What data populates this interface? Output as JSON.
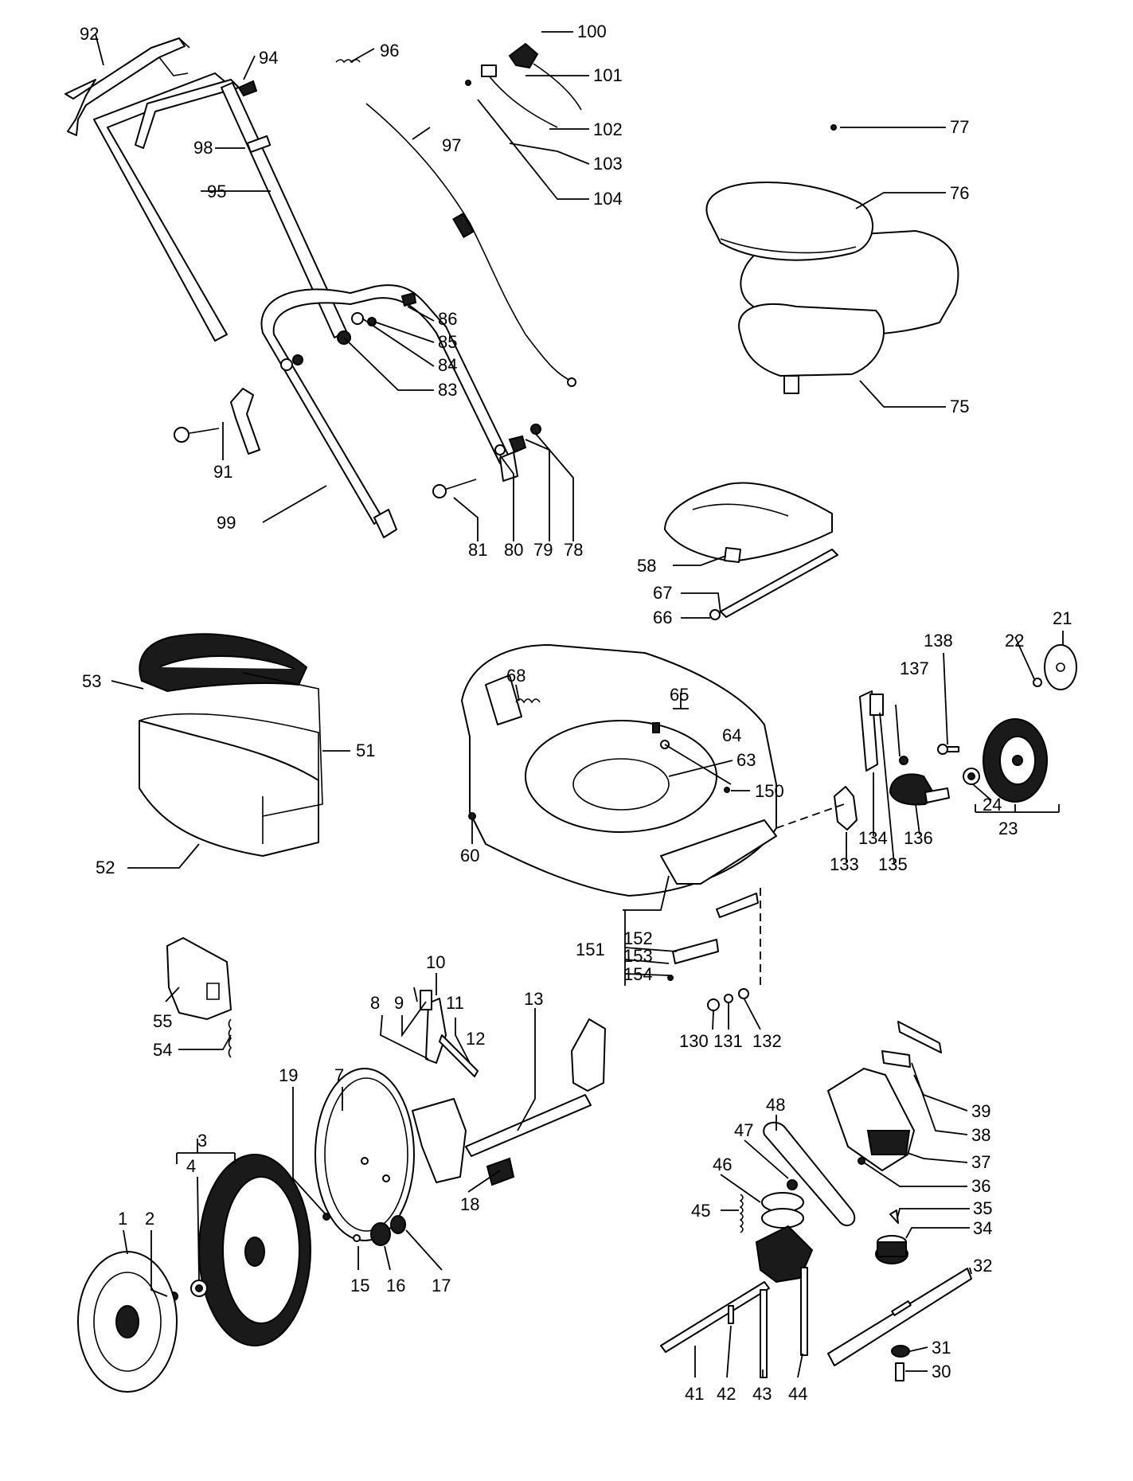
{
  "callouts": {
    "n1": "1",
    "n2": "2",
    "n3": "3",
    "n4": "4",
    "n7": "7",
    "n8": "8",
    "n9": "9",
    "n10": "10",
    "n11": "11",
    "n12": "12",
    "n13": "13",
    "n15": "15",
    "n16": "16",
    "n17": "17",
    "n18": "18",
    "n19": "19",
    "n21": "21",
    "n22": "22",
    "n23": "23",
    "n24": "24",
    "n30": "30",
    "n31": "31",
    "n32": "32",
    "n34": "34",
    "n35": "35",
    "n36": "36",
    "n37": "37",
    "n38": "38",
    "n39": "39",
    "n41": "41",
    "n42": "42",
    "n43": "43",
    "n44": "44",
    "n45": "45",
    "n46": "46",
    "n47": "47",
    "n48": "48",
    "n51": "51",
    "n52": "52",
    "n53": "53",
    "n54": "54",
    "n55": "55",
    "n58": "58",
    "n60": "60",
    "n63": "63",
    "n64": "64",
    "n65": "65",
    "n66": "66",
    "n67": "67",
    "n68": "68",
    "n75": "75",
    "n76": "76",
    "n77": "77",
    "n78": "78",
    "n79": "79",
    "n80": "80",
    "n81": "81",
    "n83": "83",
    "n84": "84",
    "n85": "85",
    "n86": "86",
    "n91": "91",
    "n92": "92",
    "n94": "94",
    "n95": "95",
    "n96": "96",
    "n97": "97",
    "n98": "98",
    "n99": "99",
    "n100": "100",
    "n101": "101",
    "n102": "102",
    "n103": "103",
    "n104": "104",
    "n130": "130",
    "n131": "131",
    "n132": "132",
    "n133": "133",
    "n134": "134",
    "n135": "135",
    "n136": "136",
    "n137": "137",
    "n138": "138",
    "n150": "150",
    "n151": "151",
    "n152": "152",
    "n153": "153",
    "n154": "154"
  }
}
